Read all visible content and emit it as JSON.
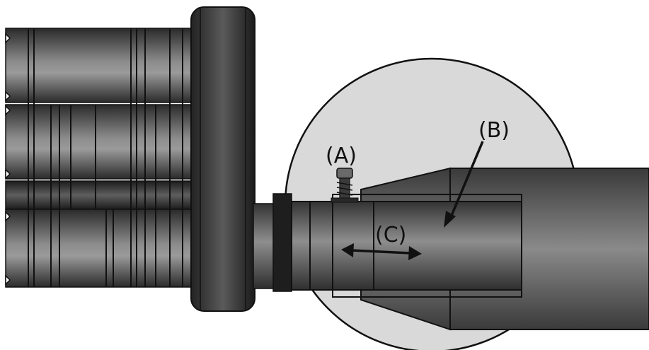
{
  "labels": {
    "a": "(A)",
    "b": "(B)",
    "c": "(C)"
  },
  "colors": {
    "metal_dark": "#2b2b2b",
    "metal_mid": "#6f6f6f",
    "metal_light": "#a8a8a8",
    "detail_circle_fill": "#d9d9d9",
    "outline": "#111111",
    "background": "#ffffff"
  }
}
